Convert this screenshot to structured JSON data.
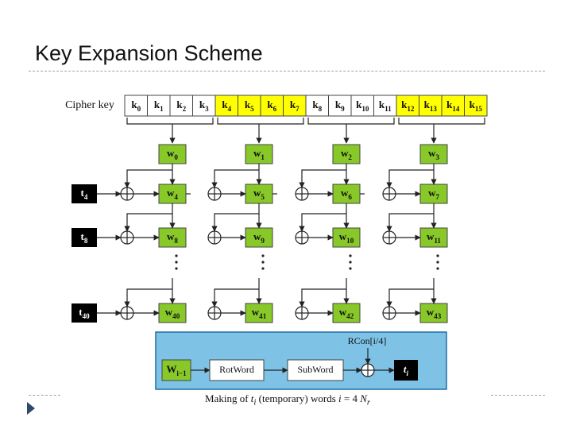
{
  "slide": {
    "title": "Key Expansion Scheme"
  },
  "cipher": {
    "label": "Cipher key",
    "key_bytes": [
      {
        "base": "k",
        "sub": "0",
        "highlight": false
      },
      {
        "base": "k",
        "sub": "1",
        "highlight": false
      },
      {
        "base": "k",
        "sub": "2",
        "highlight": false
      },
      {
        "base": "k",
        "sub": "3",
        "highlight": false
      },
      {
        "base": "k",
        "sub": "4",
        "highlight": true
      },
      {
        "base": "k",
        "sub": "5",
        "highlight": true
      },
      {
        "base": "k",
        "sub": "6",
        "highlight": true
      },
      {
        "base": "k",
        "sub": "7",
        "highlight": true
      },
      {
        "base": "k",
        "sub": "8",
        "highlight": false
      },
      {
        "base": "k",
        "sub": "9",
        "highlight": false
      },
      {
        "base": "k",
        "sub": "10",
        "highlight": false
      },
      {
        "base": "k",
        "sub": "11",
        "highlight": false
      },
      {
        "base": "k",
        "sub": "12",
        "highlight": true
      },
      {
        "base": "k",
        "sub": "13",
        "highlight": true
      },
      {
        "base": "k",
        "sub": "14",
        "highlight": true
      },
      {
        "base": "k",
        "sub": "15",
        "highlight": true
      }
    ]
  },
  "rows": [
    {
      "t": null,
      "words": [
        "0",
        "1",
        "2",
        "3"
      ]
    },
    {
      "t": "4",
      "words": [
        "4",
        "5",
        "6",
        "7"
      ]
    },
    {
      "t": "8",
      "words": [
        "8",
        "9",
        "10",
        "11"
      ]
    },
    {
      "t": "40",
      "words": [
        "40",
        "41",
        "42",
        "43"
      ]
    }
  ],
  "inset": {
    "input": {
      "base": "W",
      "sub": "i−1"
    },
    "rotword": "RotWord",
    "subword": "SubWord",
    "rcon": "RCon[i/4]",
    "output": {
      "base": "t",
      "sub": "i"
    }
  },
  "caption": {
    "pre": "Making of ",
    "t": "t",
    "t_sub": "i",
    "mid": " (temporary) words ",
    "i": "i",
    "eq": " = 4 ",
    "n": "N",
    "n_sub": "r"
  },
  "colors": {
    "key_yellow": "#ffff00",
    "word_green": "#88c828",
    "t_black": "#000000",
    "inset_bg": "#7ec3e6",
    "inset_border": "#1f6fa8",
    "box_border": "#444444"
  }
}
